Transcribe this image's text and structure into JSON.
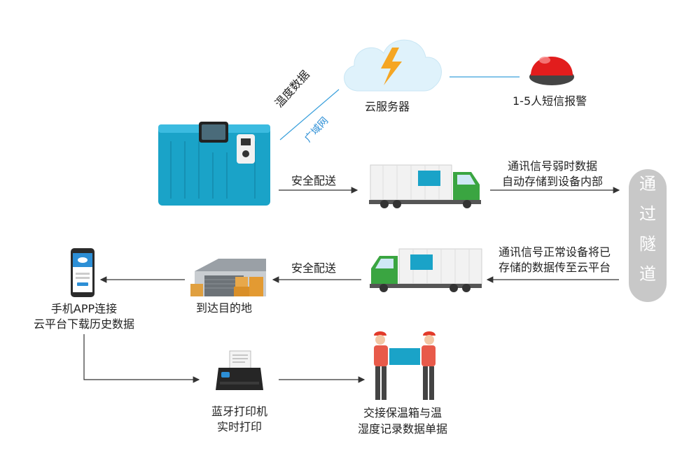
{
  "labels": {
    "cloud_server": "云服务器",
    "alarm": "1-5人短信报警",
    "temp_data": "温度数据",
    "wan": "广域网",
    "safe_delivery_1": "安全配送",
    "weak_signal_line1": "通讯信号弱时数据",
    "weak_signal_line2": "自动存储到设备内部",
    "tunnel_chars": [
      "通",
      "过",
      "隧",
      "道"
    ],
    "normal_signal_line1": "通讯信号正常设备将已",
    "normal_signal_line2": "存储的数据传至云平台",
    "safe_delivery_2": "安全配送",
    "destination": "到达目的地",
    "phone_line1": "手机APP连接",
    "phone_line2": "云平台下载历史数据",
    "printer_line1": "蓝牙打印机",
    "printer_line2": "实时打印",
    "handover_line1": "交接保温箱与温",
    "handover_line2": "湿度记录数据单据"
  },
  "icons": {
    "cloud": "cloud-lightning-icon",
    "alarm": "red-alarm-light-icon",
    "coolbox": "insulated-coolbox-icon",
    "truck": "refrigerated-truck-icon",
    "warehouse": "warehouse-icon",
    "phone": "smartphone-icon",
    "printer": "bluetooth-printer-icon",
    "workers": "delivery-workers-icon"
  },
  "colors": {
    "box_blue": "#1aa3c8",
    "cloud_blue": "#dff2fb",
    "lightning": "#f5a623",
    "alarm_red": "#e21d1d",
    "truck_green": "#3aa541",
    "tunnel_gray": "#c8c8c8",
    "wan_blue": "#2d8fd6",
    "arrow": "#333333"
  }
}
